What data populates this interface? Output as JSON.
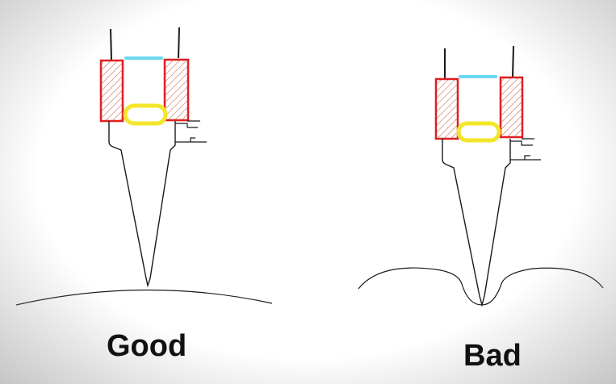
{
  "panels": [
    {
      "id": "good",
      "caption": "Good"
    },
    {
      "id": "bad",
      "caption": "Bad"
    }
  ],
  "colors": {
    "coil": "#e01f1f",
    "coil_hatch": "#c86a5a",
    "top_bar": "#6ad8f0",
    "ring": "#f4e62a",
    "line": "#1a1a1a"
  }
}
